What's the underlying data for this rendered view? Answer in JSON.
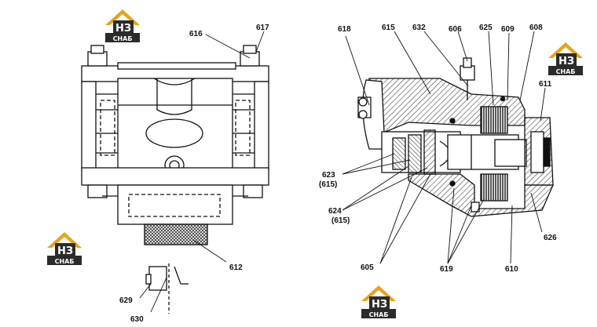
{
  "logo": {
    "mark": "НЗ",
    "word": "СНАБ",
    "roof_color": "#e8a317",
    "box_color": "#2b2b2b"
  },
  "labels": {
    "l616": "616",
    "l617": "617",
    "l612": "612",
    "l629": "629",
    "l630": "630",
    "l618": "618",
    "l615": "615",
    "l632": "632",
    "l606": "606",
    "l625": "625",
    "l609": "609",
    "l608": "608",
    "l611": "611",
    "l623": "623",
    "l623b": "(615)",
    "l624": "624",
    "l624b": "(615)",
    "l626": "626",
    "l605": "605",
    "l619": "619",
    "l610": "610"
  }
}
